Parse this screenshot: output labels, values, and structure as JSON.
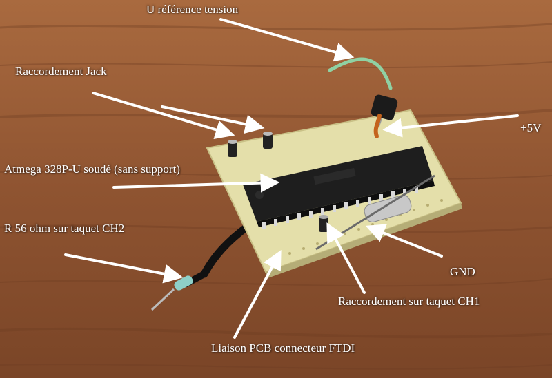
{
  "photo": {
    "subject": "Soldered PCB with Atmega 328P-U microcontroller on a wooden table",
    "colors": {
      "wood": "#9a5a33",
      "pcb": "#e4dfaa",
      "chip": "#1e1e1e",
      "arrow": "#ffffff",
      "wire_green": "#8fd1a3"
    }
  },
  "annotations": [
    {
      "id": "vref",
      "text": "U référence tension"
    },
    {
      "id": "jack",
      "text": "Raccordement Jack"
    },
    {
      "id": "plus5v",
      "text": "+5V"
    },
    {
      "id": "atmega",
      "text": "Atmega 328P-U soudé (sans support)"
    },
    {
      "id": "resistor",
      "text": "R 56 ohm sur taquet CH2"
    },
    {
      "id": "gnd",
      "text": "GND"
    },
    {
      "id": "ch1",
      "text": "Raccordement sur taquet CH1"
    },
    {
      "id": "ftdi",
      "text": "Liaison PCB connecteur FTDI"
    }
  ]
}
